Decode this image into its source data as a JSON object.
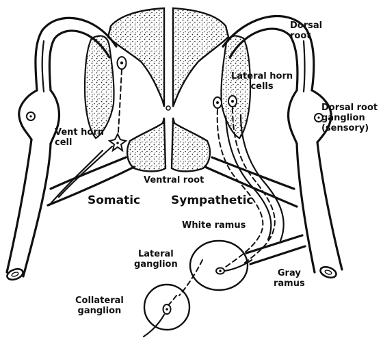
{
  "labels": {
    "dorsal_root": "Dorsal\nroot",
    "lateral_horn_cells": "Lateral horn\ncells",
    "dorsal_root_ganglion": "Dorsal root\nganglion\n(sensory)",
    "vent_horn_cell": "Vent horn\ncell",
    "ventral_root": "Ventral root",
    "somatic": "Somatic",
    "sympathetic": "Sympathetic",
    "white_ramus": "White ramus",
    "lateral_ganglion": "Lateral\nganglion",
    "gray_ramus": "Gray\nramus",
    "collateral_ganglion": "Collateral\nganglion"
  },
  "colors": {
    "ink": "#111111",
    "paper": "#ffffff"
  }
}
